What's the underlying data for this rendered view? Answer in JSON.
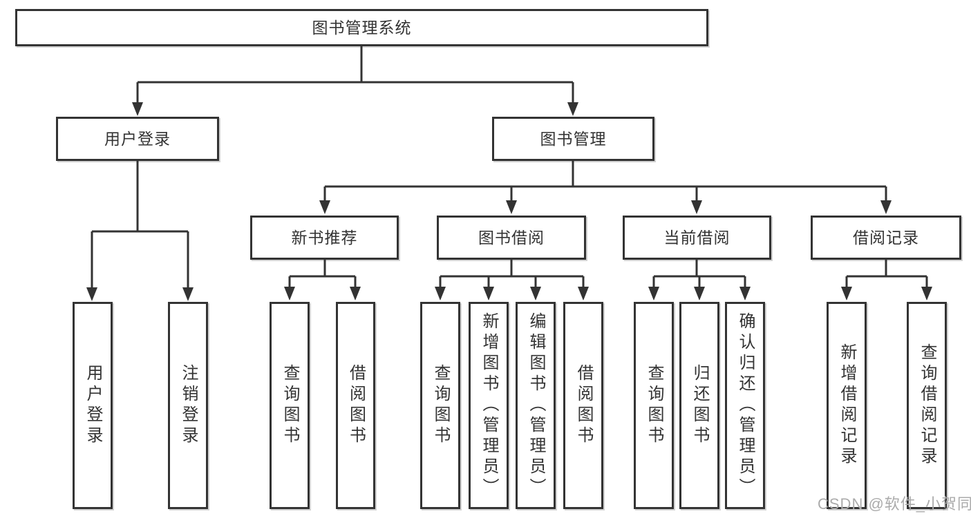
{
  "diagram_title": "图书管理系统",
  "tree": {
    "root": {
      "label": "图书管理系统"
    },
    "children": [
      {
        "label": "用户登录",
        "children": [
          {
            "label": "用户登录"
          },
          {
            "label": "注销登录"
          }
        ]
      },
      {
        "label": "图书管理",
        "children": [
          {
            "label": "新书推荐",
            "children": [
              {
                "label": "查询图书"
              },
              {
                "label": "借阅图书"
              }
            ]
          },
          {
            "label": "图书借阅",
            "children": [
              {
                "label": "查询图书"
              },
              {
                "label": "新增图书（管理员）"
              },
              {
                "label": "编辑图书（管理员）"
              },
              {
                "label": "借阅图书"
              }
            ]
          },
          {
            "label": "当前借阅",
            "children": [
              {
                "label": "查询图书"
              },
              {
                "label": "归还图书"
              },
              {
                "label": "确认归还（管理员）"
              }
            ]
          },
          {
            "label": "借阅记录",
            "children": [
              {
                "label": "新增借阅记录"
              },
              {
                "label": "查询借阅记录"
              }
            ]
          }
        ]
      }
    ]
  },
  "watermark": "CSDN @软件_小贺同学",
  "colors": {
    "line": "#333333",
    "text": "#333333",
    "watermark": "#ababab",
    "background": "#ffffff"
  }
}
